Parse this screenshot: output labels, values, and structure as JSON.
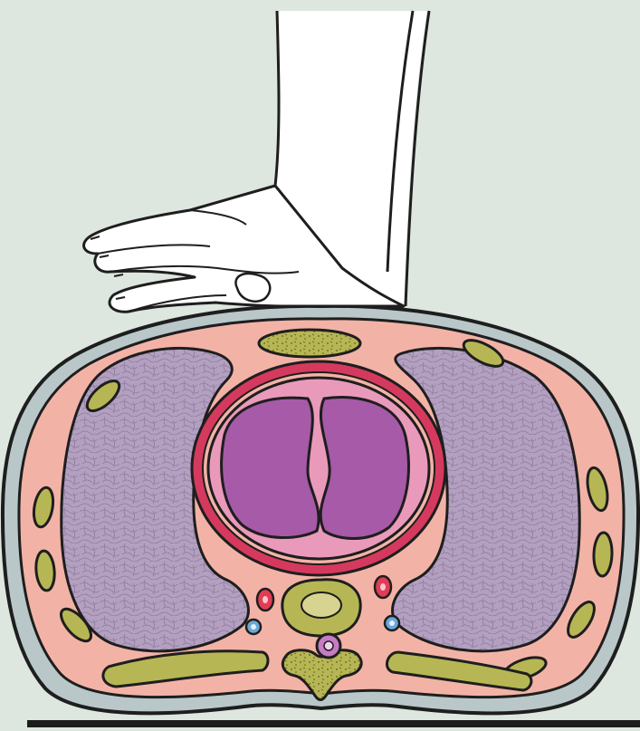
{
  "figure": {
    "colors": {
      "background": "#dde6df",
      "outline": "#1e1e1e",
      "skin": "#ffffff",
      "body_wall": "#f2b3a6",
      "subcutaneous_rim": "#b9c7c9",
      "lung": "#b3a0c1",
      "lung_texture": "#8d7a9c",
      "heart_chamber": "#a65aa8",
      "pericardium_inner": "#e99abb",
      "pericardium_outer": "#d53a5e",
      "bone": "#b7b654",
      "bone_dots": "#6f6f22",
      "vessel_red": "#e23c55",
      "vessel_blue": "#6aa8d8",
      "spinal_cord": "#c67bc3",
      "table": "#1c1c1c"
    },
    "structures": [
      "hand-compressing-sternum",
      "thoracic-cross-section",
      "sternum",
      "left-lung",
      "right-lung",
      "heart",
      "pericardium",
      "ribs",
      "vertebra",
      "spinal-cord",
      "aorta",
      "vena-cava",
      "support-surface"
    ]
  }
}
